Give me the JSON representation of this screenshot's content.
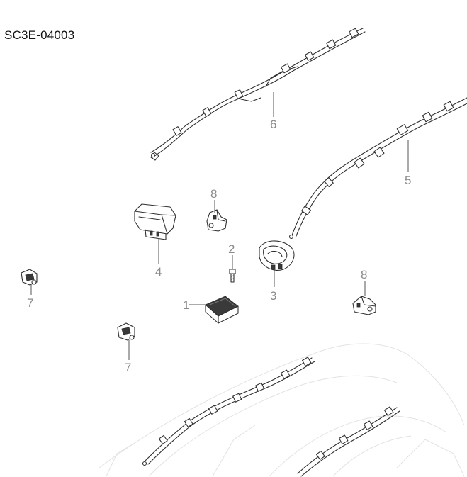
{
  "diagram": {
    "code": "SC3E-04003",
    "callouts": {
      "c1": "1",
      "c2": "2",
      "c3": "3",
      "c4": "4",
      "c5": "5",
      "c6": "6",
      "c7a": "7",
      "c7b": "7",
      "c8a": "8",
      "c8b": "8"
    }
  }
}
